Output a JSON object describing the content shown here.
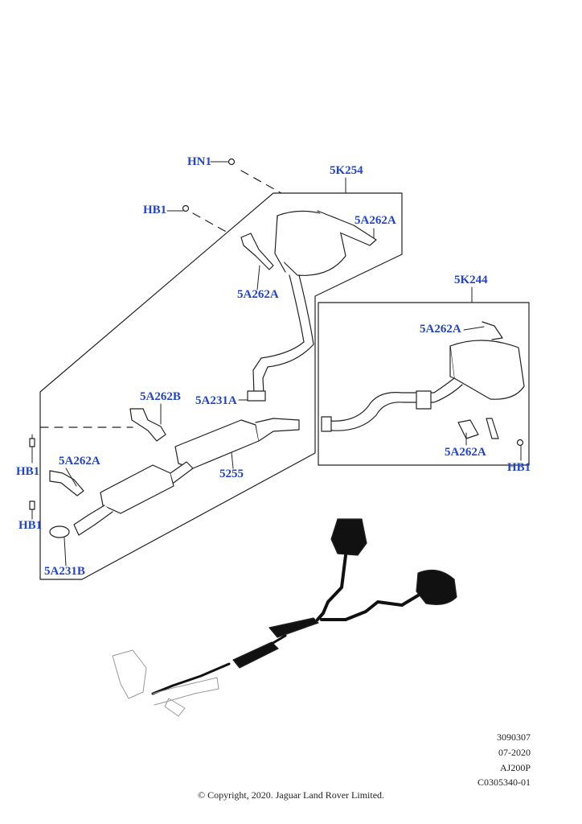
{
  "labels": {
    "hn1": "HN1",
    "rear_silencer_left": "5K254",
    "hb1_top": "HB1",
    "mount_upper_right": "5A262A",
    "mount_upper_left": "5A262A",
    "rear_silencer_right": "5K244",
    "mount_right_top": "5A262A",
    "mount_mid": "5A262B",
    "clamp_mid": "5A231A",
    "mount_left": "5A262A",
    "hb1_left_top": "HB1",
    "centre_silencer": "5255",
    "hb1_left_bottom": "HB1",
    "clamp_front": "5A231B",
    "mount_right_bottom": "5A262A",
    "hb1_right": "HB1"
  },
  "meta": {
    "ref": "3090307",
    "date": "07-2020",
    "model": "AJ200P",
    "code": "C0305340-01"
  },
  "copyright": "© Copyright, 2020. Jaguar Land Rover Limited.",
  "colors": {
    "callout": "#2244cc",
    "line": "#222222"
  }
}
